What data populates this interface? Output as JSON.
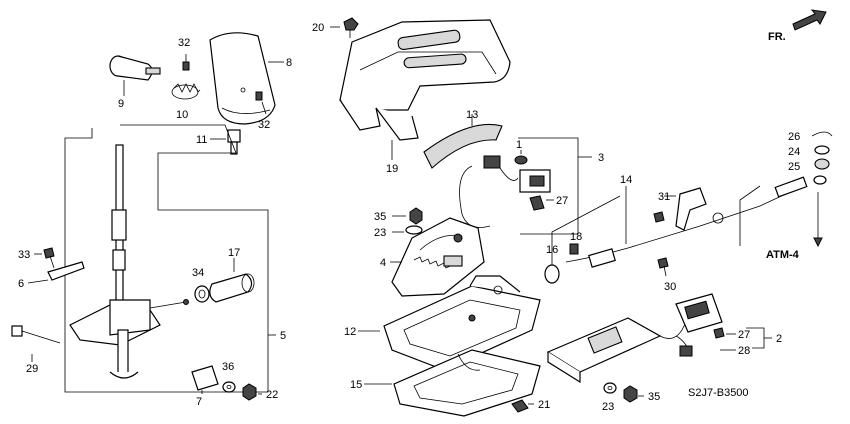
{
  "callouts": {
    "c1": "1",
    "c2": "2",
    "c3": "3",
    "c4": "4",
    "c5": "5",
    "c6": "6",
    "c7": "7",
    "c8": "8",
    "c9": "9",
    "c10": "10",
    "c11": "11",
    "c12": "12",
    "c13": "13",
    "c14": "14",
    "c15": "15",
    "c16": "16",
    "c17": "17",
    "c18": "18",
    "c19": "19",
    "c20": "20",
    "c21": "21",
    "c22": "22",
    "c23a": "23",
    "c23b": "23",
    "c24": "24",
    "c25": "25",
    "c26": "26",
    "c27a": "27",
    "c27b": "27",
    "c28": "28",
    "c29": "29",
    "c30": "30",
    "c31": "31",
    "c32a": "32",
    "c32b": "32",
    "c33": "33",
    "c34": "34",
    "c35a": "35",
    "c35b": "35",
    "c36": "36"
  },
  "front_label": "FR.",
  "ref_label": "ATM-4",
  "diagram_code": "S2J7-B3500"
}
